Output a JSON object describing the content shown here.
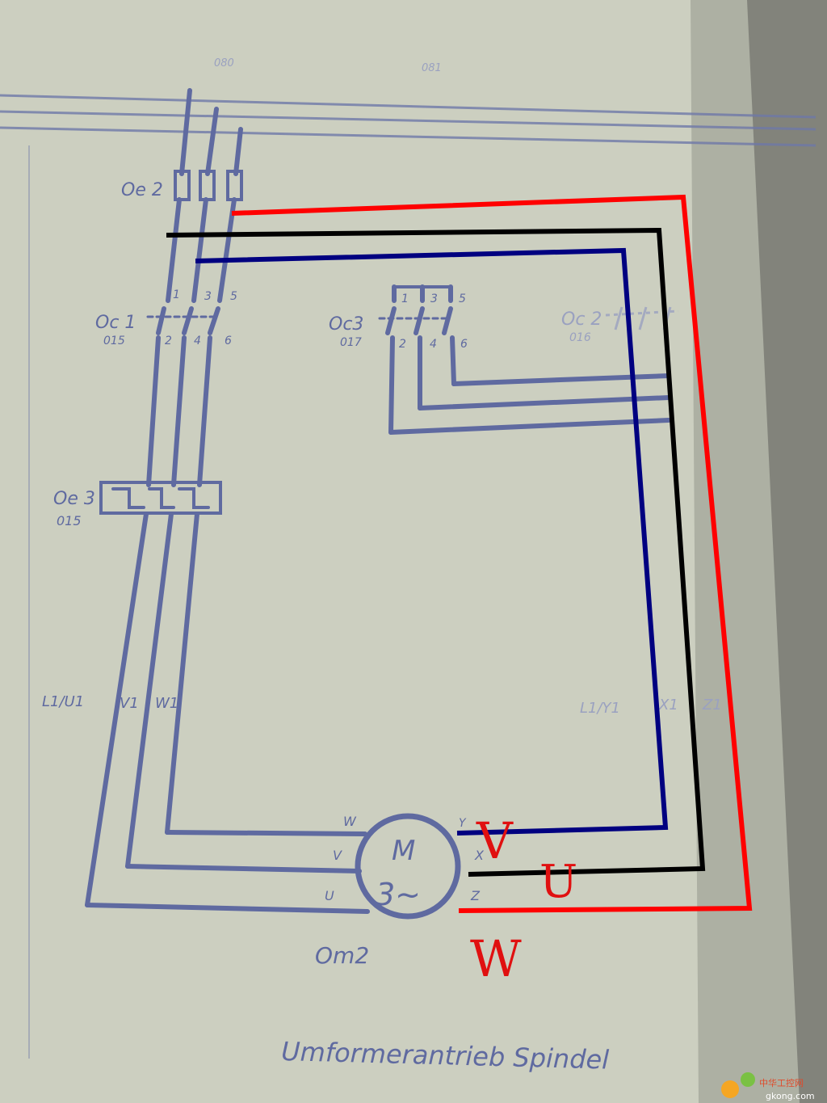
{
  "colors": {
    "ink": "#5f6aa0",
    "wire_red": "#ff0000",
    "wire_black": "#000000",
    "wire_blue": "#000080",
    "label_red": "#e01010"
  },
  "page_numbers": [
    "080",
    "081"
  ],
  "components": {
    "fuse": {
      "label": "Oe 2"
    },
    "contactor_1": {
      "label": "Oc 1",
      "ref": "015",
      "top_terms": [
        "1",
        "3",
        "5"
      ],
      "bottom_terms": [
        "2",
        "4",
        "6"
      ]
    },
    "contactor_3": {
      "label": "Oc3",
      "ref": "017",
      "top_terms": [
        "1",
        "3",
        "5"
      ],
      "bottom_terms": [
        "2",
        "4",
        "6"
      ]
    },
    "contactor_2": {
      "label": "Oc 2",
      "ref": "016"
    },
    "overload": {
      "label": "Oe 3",
      "ref": "015"
    },
    "motor": {
      "label": "Om2",
      "symbol_top": "M",
      "symbol_bottom": "3~",
      "terminals_left": [
        "W",
        "V",
        "U"
      ],
      "terminals_right": [
        "Y",
        "X",
        "Z"
      ]
    }
  },
  "terminal_labels_left": [
    "L1/U1",
    "V1",
    "W1"
  ],
  "terminal_labels_right": [
    "L1/Y1",
    "X1",
    "Z1"
  ],
  "annotations": {
    "v": "V",
    "u": "U",
    "w": "W"
  },
  "caption": "Umformerantrieb Spindel",
  "watermark": {
    "text": "中华工控网",
    "url": "gkong.com"
  }
}
